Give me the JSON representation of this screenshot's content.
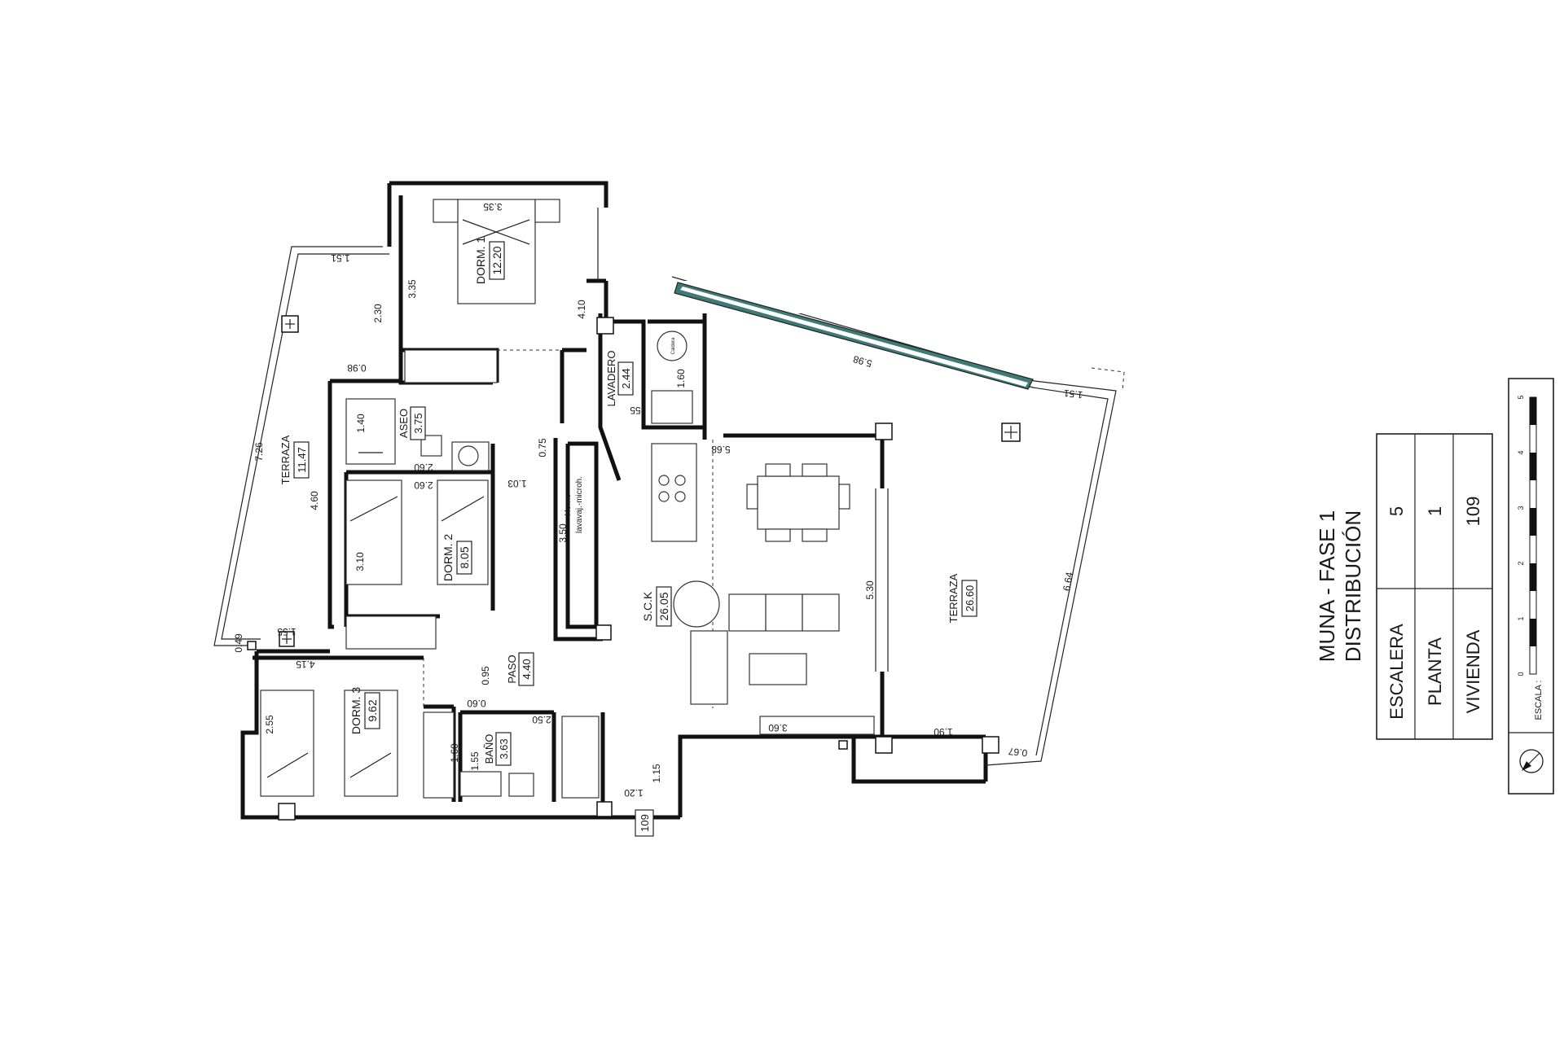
{
  "title": {
    "line1": "MUNA - FASE 1",
    "line2": "DISTRIBUCIÓN"
  },
  "info_table": [
    {
      "label": "ESCALERA",
      "value": "5"
    },
    {
      "label": "PLANTA",
      "value": "1"
    },
    {
      "label": "VIVIENDA",
      "value": "109"
    }
  ],
  "scale": {
    "label": "ESCALA :",
    "ticks": [
      "0",
      "1",
      "2",
      "3",
      "4",
      "5"
    ]
  },
  "unit_tag": "109",
  "rooms": {
    "dorm1": {
      "name": "DORM. 1",
      "area": "12.20"
    },
    "dorm2": {
      "name": "DORM. 2",
      "area": "8.05"
    },
    "dorm3": {
      "name": "DORM. 3",
      "area": "9.62"
    },
    "aseo": {
      "name": "ASEO",
      "area": "3.75"
    },
    "lavadero": {
      "name": "LAVADERO",
      "area": "2.44"
    },
    "sck": {
      "name": "S.C.K",
      "area": "26.05"
    },
    "paso": {
      "name": "PASO",
      "area": "4.40"
    },
    "bano": {
      "name": "BAÑO",
      "area": "3.63"
    },
    "terraza_left": {
      "name": "TERRAZA",
      "area": "11.47"
    },
    "terraza_right": {
      "name": "TERRAZA",
      "area": "26.60"
    }
  },
  "fixtures": {
    "horno": "Horno",
    "lavavaj": "lavavaj.-microh.",
    "kitchen_len": "3.50",
    "caldera": "Caldera"
  },
  "dimensions": {
    "d1_width": "3.35",
    "d1_height": "3.35",
    "d1_side": "4.10",
    "terr_top": "1.51",
    "terr_230": "2.30",
    "terr_098": "0.98",
    "terr_726": "7.26",
    "terr_460": "4.60",
    "terr_155": "1.55",
    "terr_049": "0.49",
    "aseo_140": "1.40",
    "aseo_260": "2.60",
    "door_075": "0.75",
    "door_103": "1.03",
    "lav_160": "1.60",
    "lav_55": "55",
    "d2_260": "2.60",
    "d2_310": "3.10",
    "d3_415": "4.15",
    "d3_255": "2.55",
    "d3_160": "1.60",
    "paso_095": "0.95",
    "paso_060": "0.60",
    "bano_250": "2.50",
    "bano_155": "1.55",
    "bano_115": "1.15",
    "bano_120": "1.20",
    "sck_568": "5.68",
    "sck_530": "5.30",
    "sck_360": "3.60",
    "tr_598": "5.98",
    "tr_151": "1.51",
    "tr_664": "6.64",
    "tr_190": "1.90",
    "tr_067": "0.67"
  }
}
